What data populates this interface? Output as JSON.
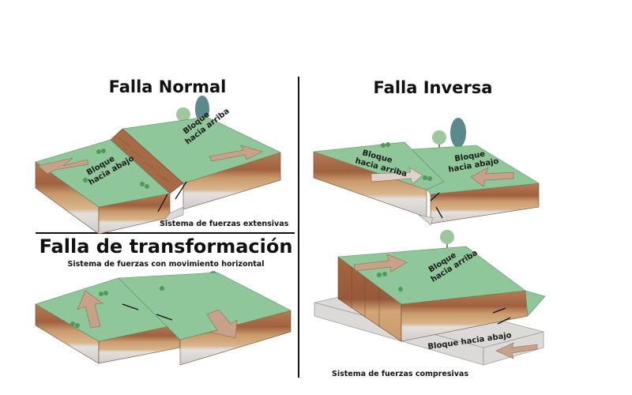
{
  "panels": {
    "normal": {
      "title": "Falla Normal",
      "up_block": [
        "Bloque",
        "hacia arriba"
      ],
      "down_block": [
        "Bloque",
        "hacia abajo"
      ],
      "caption": "Sistema de fuerzas extensivas"
    },
    "transform": {
      "title": "Falla de transformación",
      "caption": "Sistema de fuerzas con movimiento horizontal"
    },
    "reverse": {
      "title": "Falla Inversa",
      "up_block": [
        "Bloque",
        "hacia arriba"
      ],
      "down_block": [
        "Bloque",
        "hacia abajo"
      ],
      "up_block_2": [
        "Bloque",
        "hacia arriba"
      ],
      "down_block_2": "Bloque hacia abajo",
      "caption": "Sistema de fuerzas compresivas"
    }
  },
  "colors": {
    "ground": "#8fc79a",
    "soil": "#a8714f",
    "rock": "#dcdad8",
    "arrow": "#c8a288"
  }
}
